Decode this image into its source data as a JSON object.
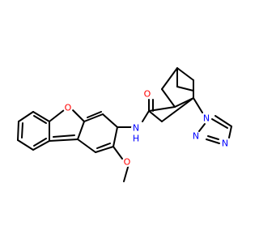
{
  "molecule": {
    "atoms": {
      "O_furan": "O",
      "N_amide": "N",
      "H_amide": "H",
      "O_carbonyl": "O",
      "O_methoxy": "O",
      "N_triazole_1": "N",
      "N_triazole_2": "N",
      "N_triazole_4": "N"
    },
    "colors": {
      "bond": "#000000",
      "oxygen": "#ff0000",
      "nitrogen": "#0000ff"
    }
  }
}
